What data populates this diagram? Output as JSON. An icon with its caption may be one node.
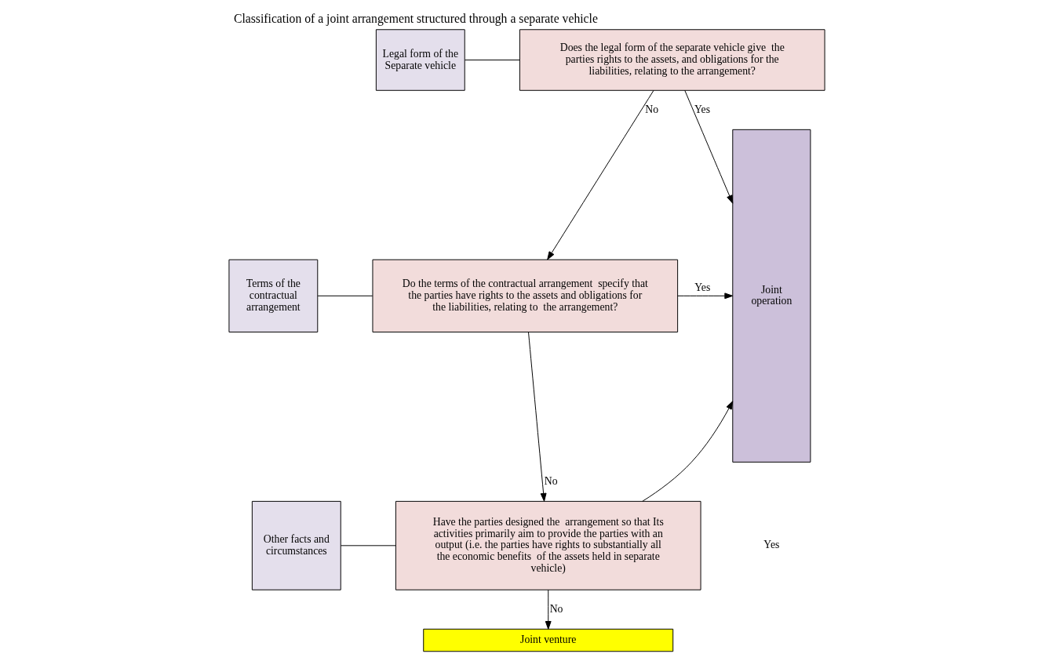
{
  "diagram": {
    "title": "Classification of a joint arrangement structured through a separate vehicle",
    "nodes": [
      {
        "text": [
          "Legal form of the Separate vehicle"
        ]
      },
      {
        "text": [
          "Does the legal form of the separate vehicle give  the parties rights to the assets, and obligations for the liabilities, relating to the arrangement?"
        ]
      },
      {
        "text": [
          "Joint operation"
        ]
      },
      {
        "text": [
          "Terms of the contractual arrangement"
        ]
      },
      {
        "text": [
          "Do the terms of the contractual arrangement  specify that the parties have rights to the assets and obligations for the liabilities, relating to  the arrangement?"
        ]
      },
      {
        "text": [
          "Other facts and circumstances"
        ]
      },
      {
        "text": [
          "Have the parties designed the  arrangement so that Its activities primarily aim to provide the parties with an output (i.e. the parties have rights to substantially all the economic benefits  of the assets held in separate vehicle)"
        ]
      },
      {
        "text": [
          "Joint venture"
        ]
      }
    ],
    "edges": [
      {
        "from": 0,
        "to": 1,
        "arrow": "none"
      },
      {
        "from": 1,
        "to": 2,
        "arrow": "to",
        "label": "Yes"
      },
      {
        "from": 1,
        "to": 4,
        "arrow": "to",
        "label": "No"
      },
      {
        "from": 3,
        "to": 4,
        "arrow": "none"
      },
      {
        "from": 4,
        "to": 2,
        "arrow": "to",
        "label": "Yes"
      },
      {
        "from": 4,
        "to": 6,
        "arrow": "to",
        "label": "No"
      },
      {
        "from": 5,
        "to": 6,
        "arrow": "none"
      },
      {
        "from": 6,
        "to": 2,
        "arrow": "to"
      },
      {
        "from": 6,
        "to": 7,
        "arrow": "to",
        "label": "No"
      }
    ],
    "labels": [
      "Yes"
    ]
  }
}
